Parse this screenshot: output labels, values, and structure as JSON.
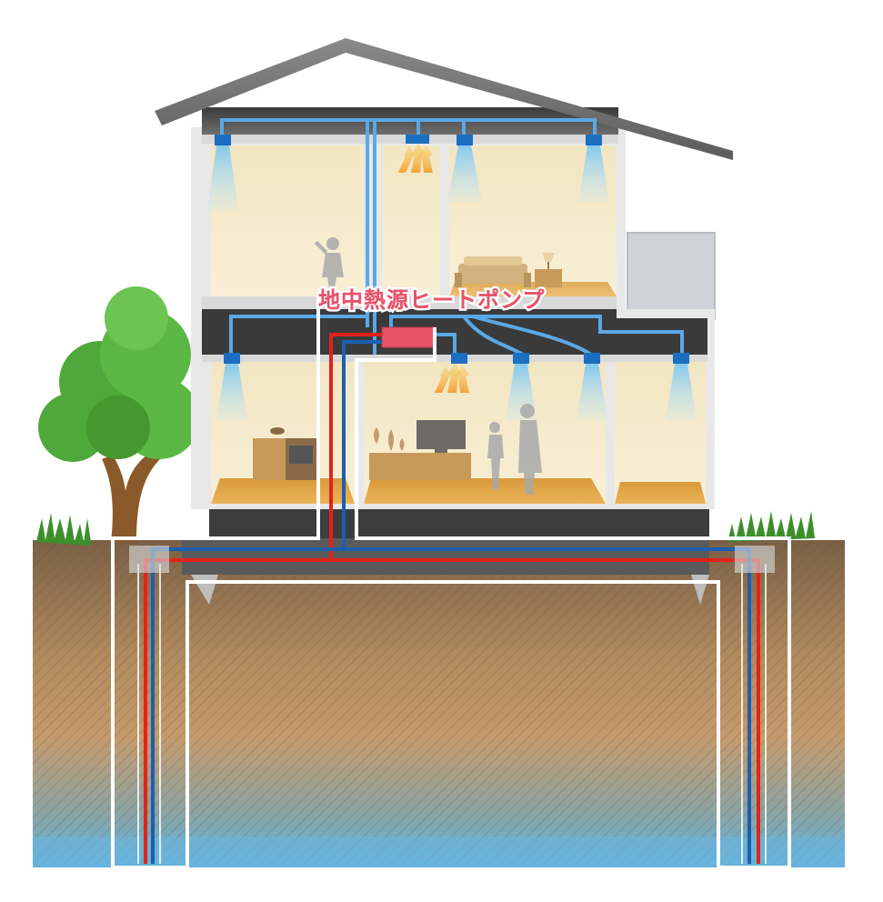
{
  "diagram": {
    "label": "地中熱源ヒートポンプ",
    "colors": {
      "supply_pipe": "#e2231a",
      "return_pipe": "#1c5fae",
      "air_duct": "#5aa9e6",
      "heat_pump": "#e8536a",
      "roof": "#5b5b5b",
      "room_wall": "#f6ecd0",
      "floor": "#e3a84a",
      "tree_leaves": "#4fa83a",
      "groundwater": "#6bb6e0"
    },
    "icons": [
      "tree",
      "person",
      "bed",
      "lamp",
      "kitchen",
      "tv",
      "vase",
      "warm-air-arrows",
      "cold-air-cone",
      "heat-pump-unit",
      "borehole"
    ]
  }
}
